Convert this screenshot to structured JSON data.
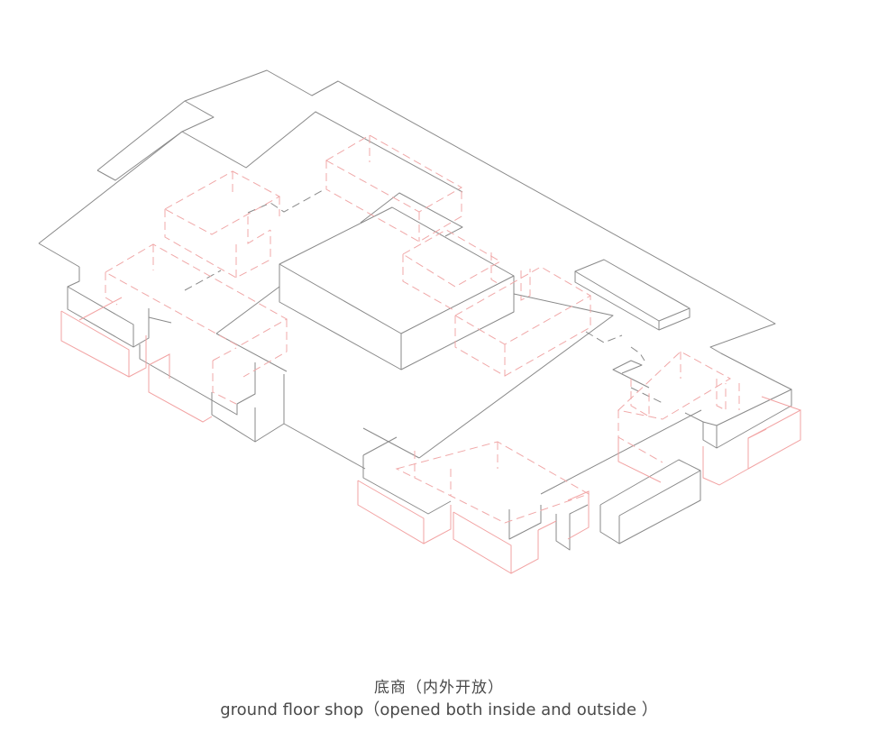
{
  "caption": {
    "chinese": "底商（内外开放）",
    "english": "ground floor shop（opened both inside and outside ）"
  },
  "diagram": {
    "type": "axonometric architectural drawing",
    "colors": {
      "outline": "#8a8a8a",
      "shop_volumes": "#f2a3a3",
      "background": "#ffffff"
    },
    "legend_semantics": {
      "grey_solid": "building massing / roof outlines",
      "red_solid": "ground floor shop volumes",
      "red_dashed": "hidden ground floor shop volumes"
    }
  }
}
